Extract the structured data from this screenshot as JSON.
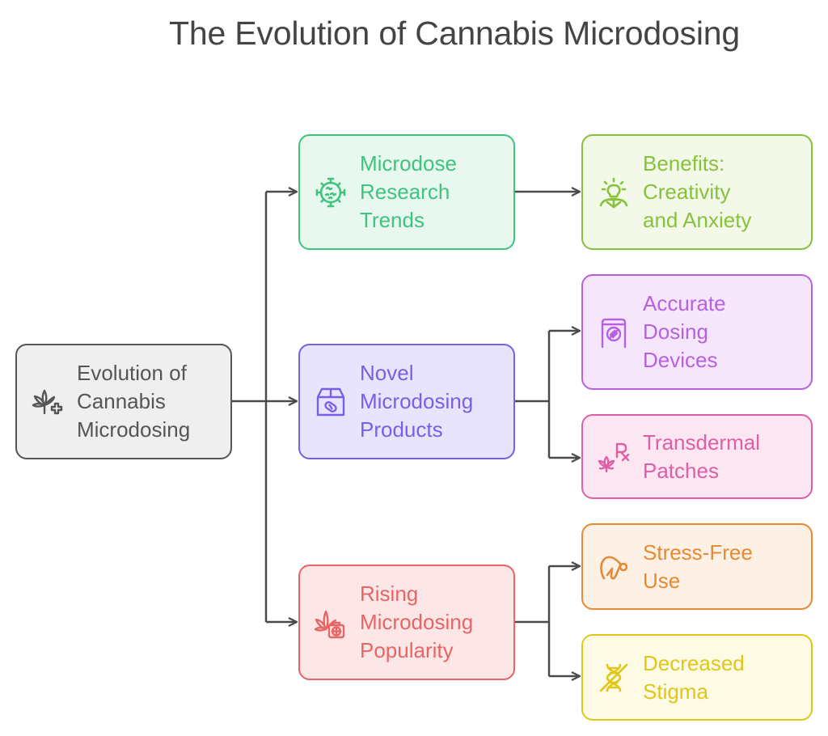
{
  "title": "The Evolution of Cannabis Microdosing",
  "nodes": {
    "root": {
      "label": "Evolution of\nCannabis\nMicrodosing",
      "icon": "cannabis-plus-icon",
      "color": "#555555",
      "fill": "#efefef"
    },
    "research": {
      "label": "Microdose\nResearch\nTrends",
      "icon": "virus-icon",
      "color": "#3ec47f",
      "fill": "#e9f8ef"
    },
    "benefits": {
      "label": "Benefits:\nCreativity\nand Anxiety",
      "icon": "lightbulb-head-icon",
      "color": "#86c23a",
      "fill": "#f3f9e9"
    },
    "products": {
      "label": "Novel\nMicrodosing\nProducts",
      "icon": "box-pill-icon",
      "color": "#7a5ee8",
      "fill": "#e8e4fb"
    },
    "devices": {
      "label": "Accurate\nDosing\nDevices",
      "icon": "dosing-device-icon",
      "color": "#b761e0",
      "fill": "#f6e6fb"
    },
    "patches": {
      "label": "Transdermal\nPatches",
      "icon": "cannabis-rx-icon",
      "color": "#dd5fa5",
      "fill": "#fce6f2"
    },
    "popularity": {
      "label": "Rising\nMicrodosing\nPopularity",
      "icon": "cannabis-medkit-icon",
      "color": "#e86565",
      "fill": "#fce6e6"
    },
    "stress": {
      "label": "Stress-Free\nUse",
      "icon": "yoga-pose-icon",
      "color": "#e68a33",
      "fill": "#fdf0e5"
    },
    "stigma": {
      "label": "Decreased\nStigma",
      "icon": "dna-crossed-icon",
      "color": "#e0c619",
      "fill": "#fdfbe6"
    }
  },
  "edges": [
    [
      "root",
      "research"
    ],
    [
      "root",
      "products"
    ],
    [
      "root",
      "popularity"
    ],
    [
      "research",
      "benefits"
    ],
    [
      "products",
      "devices"
    ],
    [
      "products",
      "patches"
    ],
    [
      "popularity",
      "stress"
    ],
    [
      "popularity",
      "stigma"
    ]
  ],
  "connector_color": "#4a4a4a"
}
